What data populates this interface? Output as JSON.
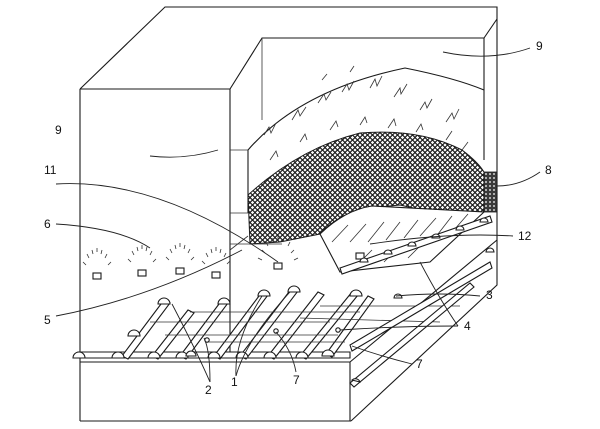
{
  "figure": {
    "labels": [
      {
        "id": "9",
        "text": "9"
      },
      {
        "id": "9b",
        "text": "9"
      },
      {
        "id": "11",
        "text": "11"
      },
      {
        "id": "6",
        "text": "6"
      },
      {
        "id": "8",
        "text": "8"
      },
      {
        "id": "12",
        "text": "12"
      },
      {
        "id": "5",
        "text": "5"
      },
      {
        "id": "3",
        "text": "3"
      },
      {
        "id": "4",
        "text": "4"
      },
      {
        "id": "7",
        "text": "7"
      },
      {
        "id": "7b",
        "text": "7"
      },
      {
        "id": "2",
        "text": "2"
      },
      {
        "id": "1",
        "text": "1"
      }
    ],
    "colors": {
      "line": "#1a1a1a",
      "mesh": "#2a2a2a",
      "background": "#ffffff"
    }
  }
}
